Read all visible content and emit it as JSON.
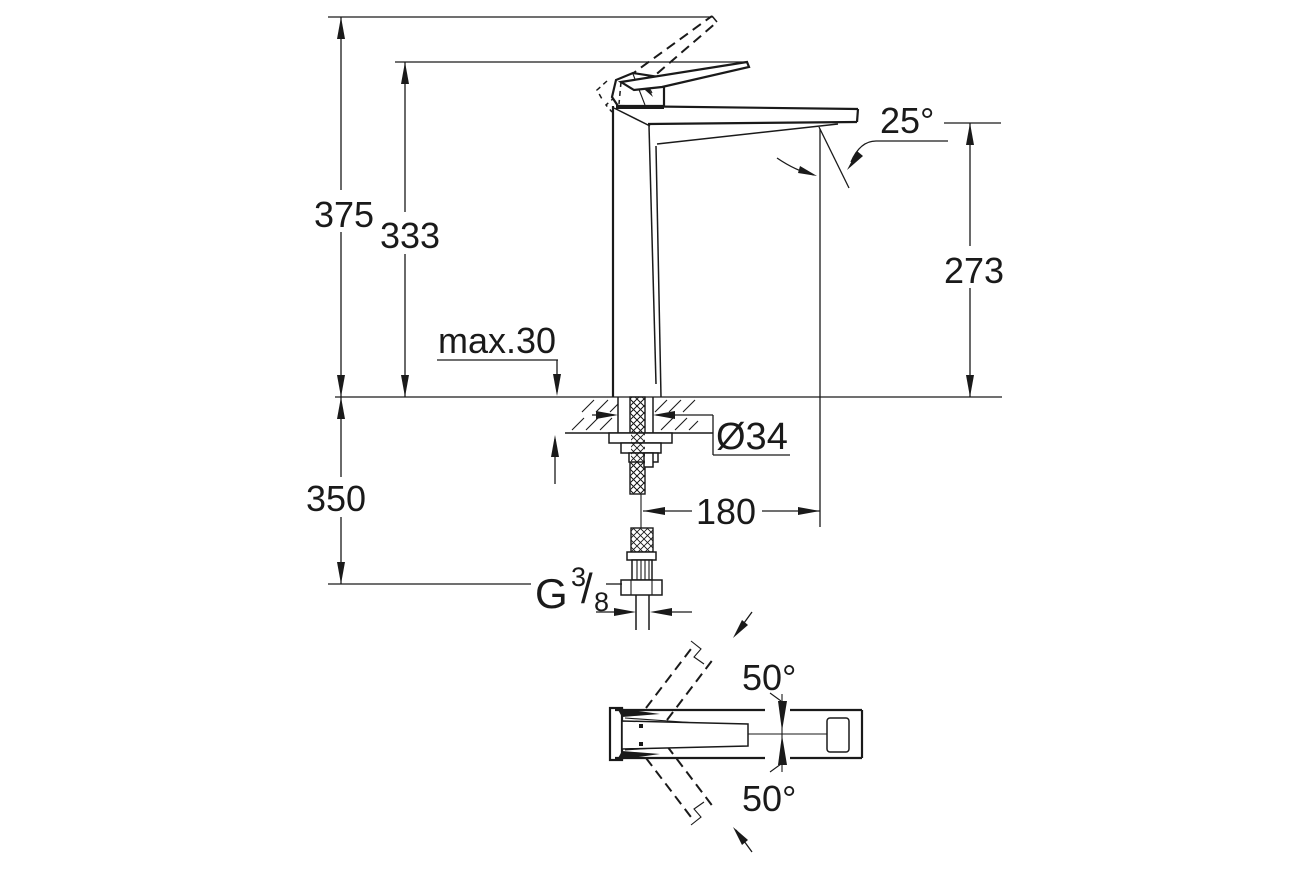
{
  "drawing": {
    "type": "technical-dimension-drawing",
    "subject": "tall single-lever basin mixer faucet, side elevation and plan view",
    "background_color": "#ffffff",
    "line_color": "#1a1a1a",
    "labels": {
      "total_height": "375",
      "lever_height": "333",
      "spout_height": "273",
      "spout_angle": "25°",
      "counter_thickness": "max.30",
      "below_counter_length": "350",
      "spout_reach": "180",
      "shank_diameter": "Ø34",
      "thread_prefix": "G",
      "thread_numerator": "3",
      "thread_slash": "/",
      "thread_denominator": "8",
      "swivel_angle_upper": "50°",
      "swivel_angle_lower": "50°"
    }
  }
}
